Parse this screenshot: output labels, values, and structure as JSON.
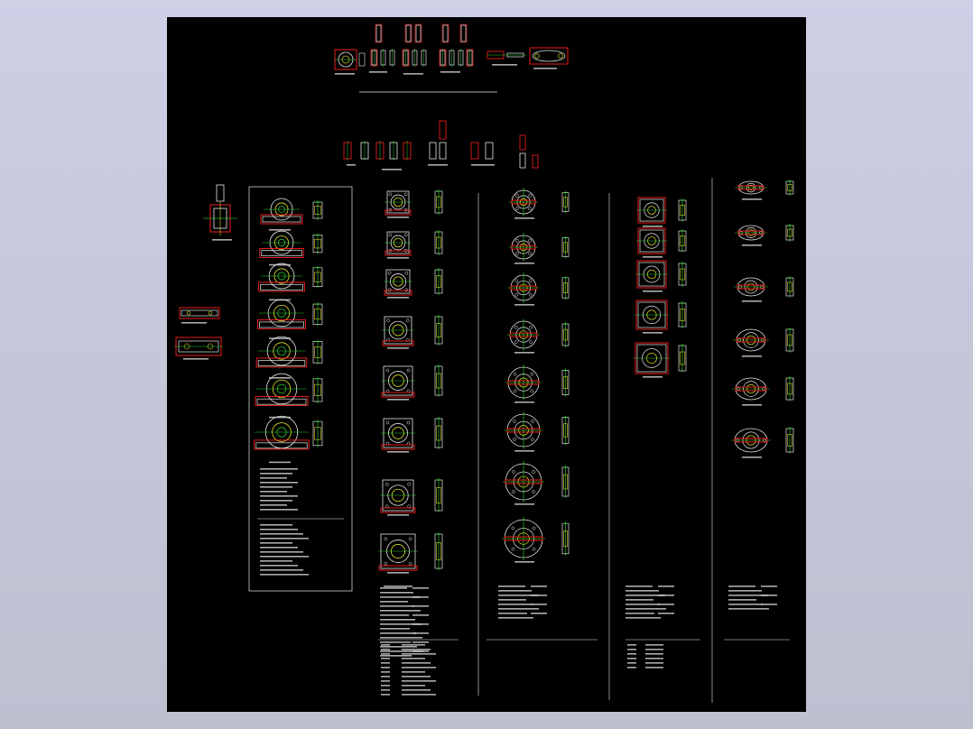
{
  "colors": {
    "viewport_gradient_top": "#cfcfe6",
    "viewport_gradient_bottom": "#bcc0cf",
    "model_space": "#000000",
    "geometry_white": "#e6e6e6",
    "dimension_red": "#ff2020",
    "hidden_green": "#33ff33",
    "highlight_yellow": "#ffff33",
    "frame_grey": "#cccccc"
  },
  "drawing_sheet": {
    "groups": [
      {
        "name": "pillow-block-bearings",
        "count": 7
      },
      {
        "name": "square-flange-bearings",
        "count": 8
      },
      {
        "name": "round-flange-bearings",
        "count": 8
      },
      {
        "name": "take-up-bearings",
        "count": 5
      },
      {
        "name": "oval-flange-bearings",
        "count": 6
      }
    ]
  }
}
